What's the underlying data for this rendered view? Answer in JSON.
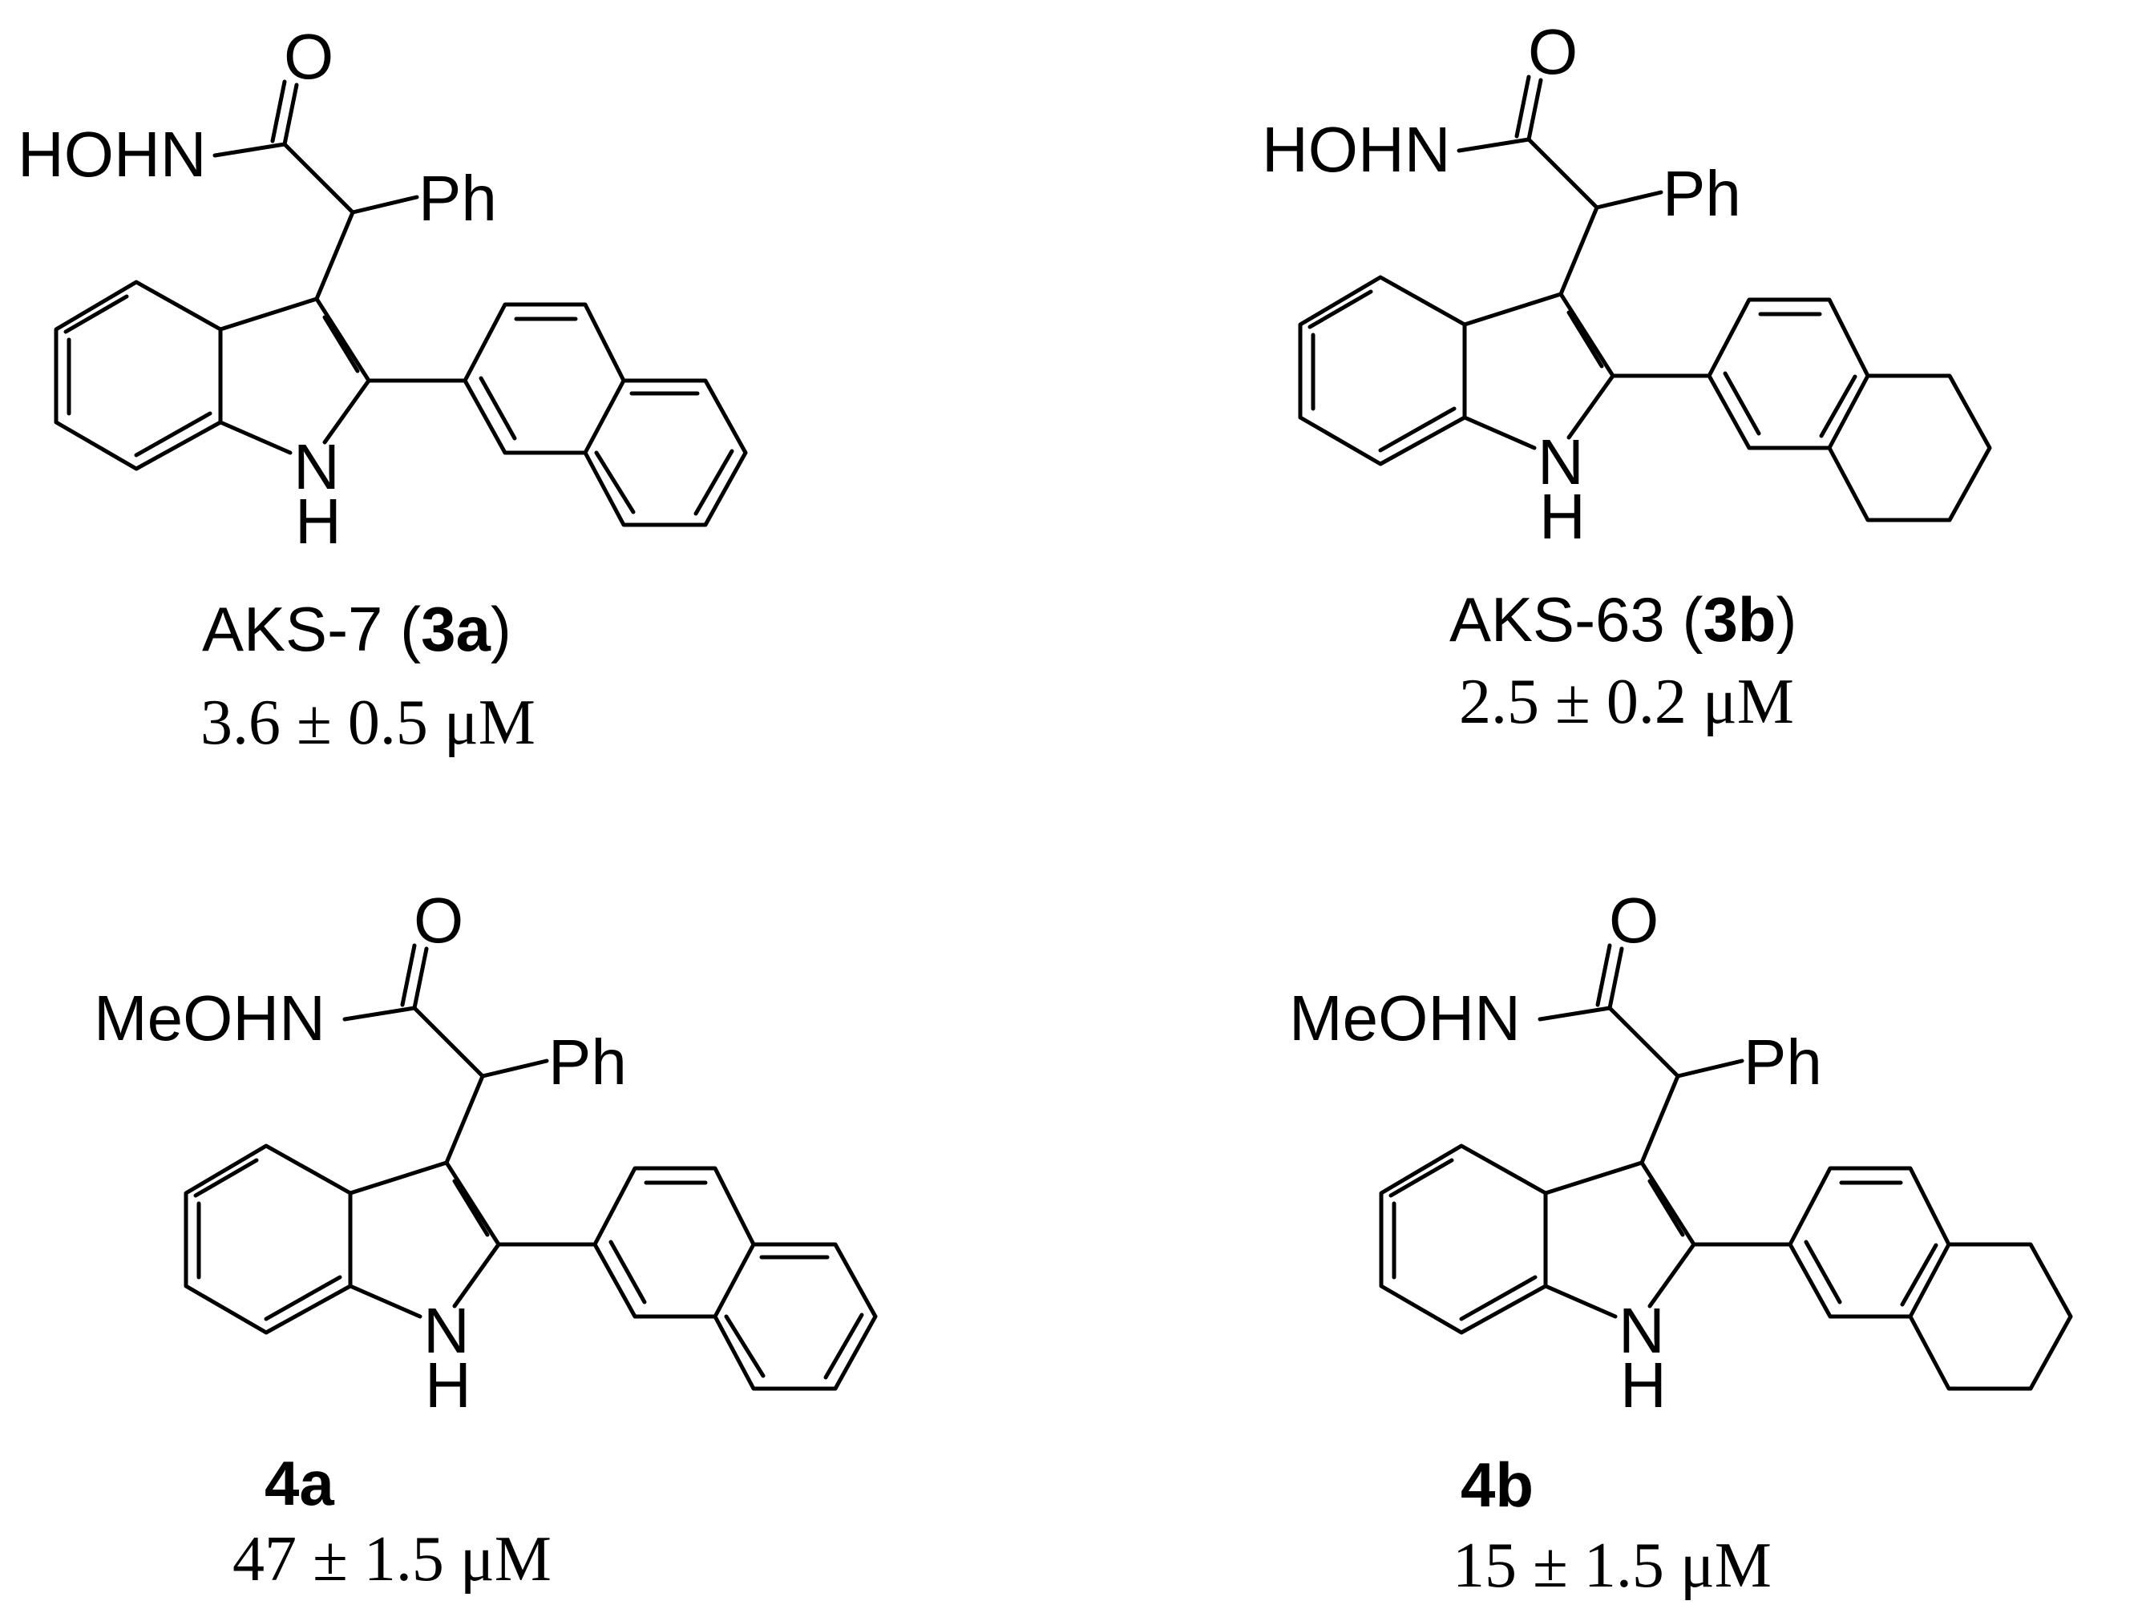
{
  "compounds": [
    {
      "id": "3a",
      "code": "AKS-7",
      "substituent": "HOHN",
      "aryl": "naphthyl",
      "ic50": "3.6  ±  0.5 μM"
    },
    {
      "id": "3b",
      "code": "AKS-63",
      "substituent": "HOHN",
      "aryl": "tetrahydronaphthyl",
      "ic50": "2.5  ±  0.2 μM"
    },
    {
      "id": "4a",
      "code": "",
      "substituent": "MeOHN",
      "aryl": "naphthyl",
      "ic50": "47   ± 1.5 μM"
    },
    {
      "id": "4b",
      "code": "",
      "substituent": "MeOHN",
      "aryl": "tetrahydronaphthyl",
      "ic50": "15   ± 1.5 μM"
    }
  ],
  "atom_labels": {
    "oxygen": "O",
    "phenyl": "Ph",
    "nitrogen": "N",
    "hydrogen": "H"
  },
  "punctuation": {
    "open": "(",
    "close": ")"
  },
  "colors": {
    "ink": "#000000",
    "background": "#ffffff"
  }
}
